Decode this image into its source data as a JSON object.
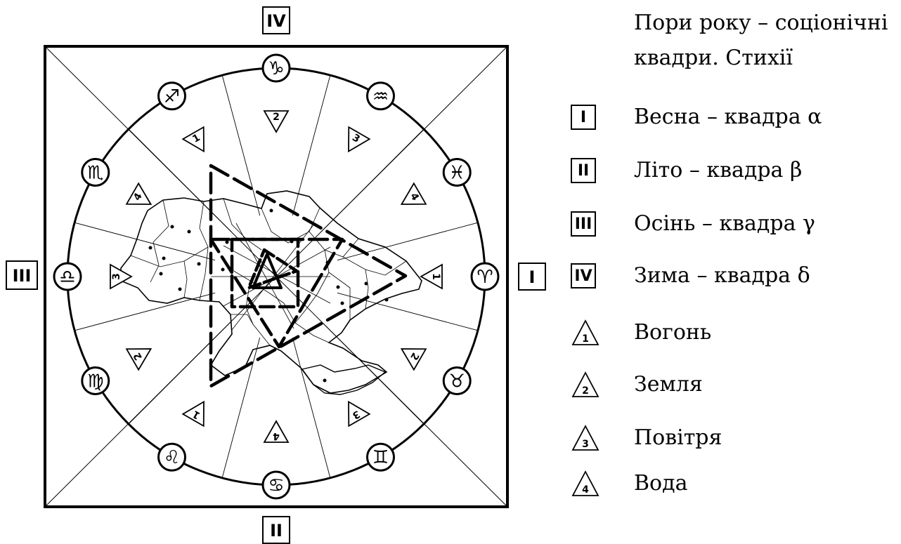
{
  "legend": {
    "title_line1": "Пори року – соціонічні",
    "title_line2": "квадри. Стихії",
    "quadras": [
      {
        "mark": "I",
        "text": "Весна – квадра α"
      },
      {
        "mark": "II",
        "text": "Літо – квадра β"
      },
      {
        "mark": "III",
        "text": "Осінь – квадра γ"
      },
      {
        "mark": "IV",
        "text": "Зима – квадра δ"
      }
    ],
    "elements": [
      {
        "num": "1",
        "text": "Вогонь"
      },
      {
        "num": "2",
        "text": "Земля"
      },
      {
        "num": "3",
        "text": "Повітря"
      },
      {
        "num": "4",
        "text": "Вода"
      }
    ]
  },
  "diagram": {
    "side_labels": {
      "top": "IV",
      "right": "I",
      "bottom": "II",
      "left": "III"
    },
    "zodiac": [
      {
        "name": "capricorn",
        "symbol": "♑",
        "element": "2"
      },
      {
        "name": "aquarius",
        "symbol": "♒",
        "element": "3"
      },
      {
        "name": "pisces",
        "symbol": "♓",
        "element": "4"
      },
      {
        "name": "aries",
        "symbol": "♈",
        "element": "1"
      },
      {
        "name": "taurus",
        "symbol": "♉",
        "element": "2"
      },
      {
        "name": "gemini",
        "symbol": "♊",
        "element": "3"
      },
      {
        "name": "cancer",
        "symbol": "♋",
        "element": "4"
      },
      {
        "name": "leo",
        "symbol": "♌",
        "element": "1"
      },
      {
        "name": "virgo",
        "symbol": "♍",
        "element": "2"
      },
      {
        "name": "libra",
        "symbol": "♎",
        "element": "3"
      },
      {
        "name": "scorpio",
        "symbol": "♏",
        "element": "4"
      },
      {
        "name": "sagittarius",
        "symbol": "♐",
        "element": "1"
      }
    ]
  }
}
